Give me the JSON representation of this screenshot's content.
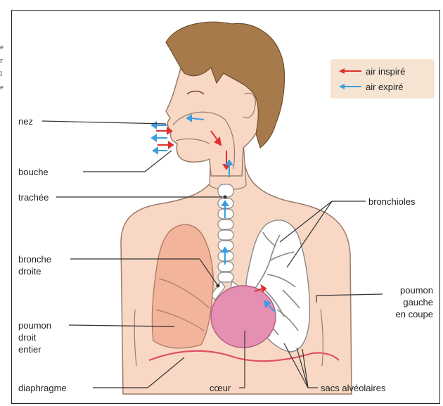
{
  "labels": {
    "nez": "nez",
    "bouche": "bouche",
    "trachee": "trachée",
    "bronche_droite": "bronche\ndroite",
    "poumon_droit": "poumon\ndroit\nentier",
    "diaphragme": "diaphragme",
    "coeur": "cœur",
    "bronchioles": "bronchioles",
    "poumon_gauche": "poumon\ngauche\nen coupe",
    "sacs": "sacs alvéolaires"
  },
  "legend": {
    "inspire": "air inspiré",
    "expire": "air expiré"
  },
  "colors": {
    "inspire": "#e03030",
    "expire": "#3a9ee0",
    "skin": "#f8d8c4",
    "skin_stroke": "#9a7a6a",
    "lung": "#f2b49a",
    "heart": "#e58fb2",
    "hair": "#a77a4c",
    "legend_bg": "#f6e4d2",
    "diaphragm": "#e05060"
  },
  "side_text": [
    "e",
    "r",
    "l",
    "e"
  ]
}
